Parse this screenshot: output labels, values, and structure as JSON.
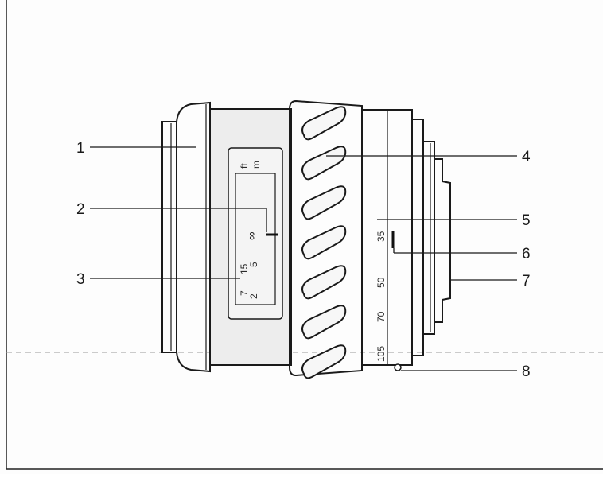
{
  "callouts": [
    {
      "number": "1"
    },
    {
      "number": "2"
    },
    {
      "number": "3"
    },
    {
      "number": "4"
    },
    {
      "number": "5"
    },
    {
      "number": "6"
    },
    {
      "number": "7"
    },
    {
      "number": "8"
    }
  ],
  "distance_scale": {
    "feet_symbol": "ft",
    "meter_symbol": "m",
    "infinity_mark": "∞",
    "feet_marks": [
      "15",
      "7"
    ],
    "meter_marks": [
      "5",
      "2"
    ]
  },
  "focal_length_scale": [
    "35",
    "50",
    "70",
    "105"
  ]
}
